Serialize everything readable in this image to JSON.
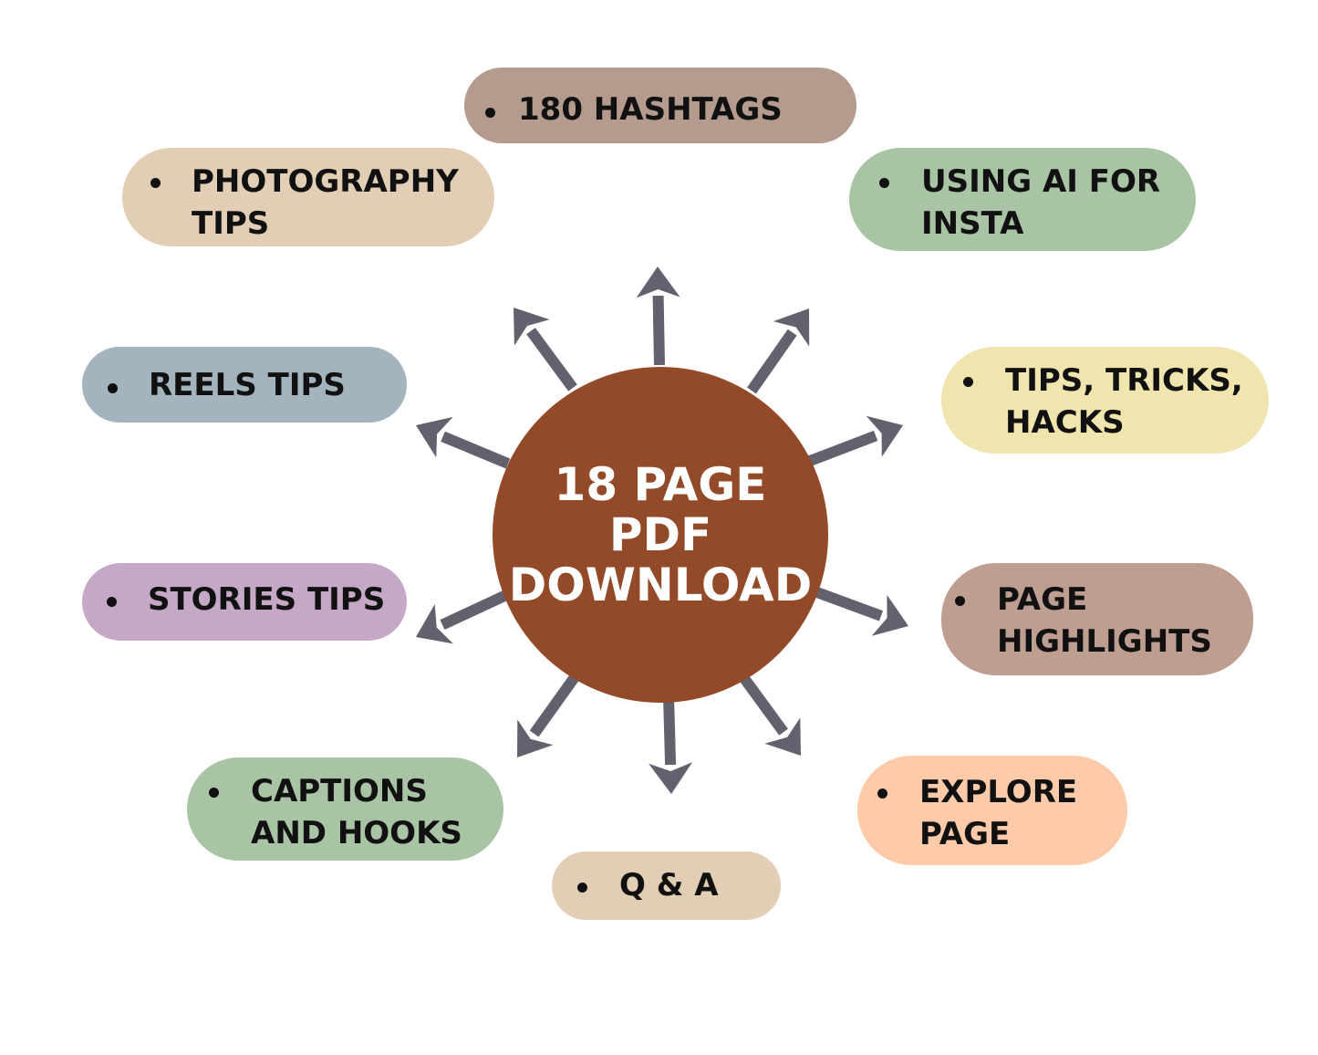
{
  "hub": {
    "lines": [
      "18 PAGE",
      "PDF",
      "DOWNLOAD"
    ]
  },
  "topics": {
    "hashtags": "180 HASHTAGS",
    "photography": "PHOTOGRAPHY\nTIPS",
    "ai": "USING AI FOR\nINSTA",
    "reels": "REELS TIPS",
    "tricks": "TIPS, TRICKS,\nHACKS",
    "stories": "STORIES TIPS",
    "highlights": "PAGE\nHIGHLIGHTS",
    "captions": "CAPTIONS\nAND HOOKS",
    "explore": "EXPLORE\nPAGE",
    "qa": "Q & A"
  },
  "colors": {
    "hub": "#924A29",
    "arrow": "#62616E",
    "hashtags": "#B49B8E",
    "photography": "#E2CEB4",
    "ai": "#A8C4A4",
    "reels": "#A3B4BE",
    "tricks": "#F0E5AE",
    "stories": "#C4A8C5",
    "highlights": "#BF9E92",
    "captions": "#A8C4A4",
    "explore": "#FECBAA",
    "qa": "#E2CEB4"
  }
}
